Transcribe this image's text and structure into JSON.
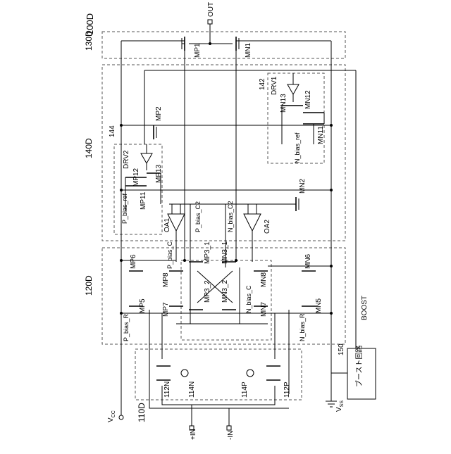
{
  "ref": "100D",
  "blocks": {
    "b130": "130D",
    "b140": "140D",
    "b120": "120D",
    "b110": "110D",
    "b144": "144",
    "b142": "142",
    "b150": "150"
  },
  "terminals": {
    "out": "OUT",
    "vcc": "V",
    "vcc_sub": "CC",
    "vss": "V",
    "vss_sub": "SS",
    "inp": "+IN",
    "inm": "-IN",
    "boost": "BOOST"
  },
  "devices": {
    "mp1": "MP1",
    "mn1": "MN1",
    "mp2": "MP2",
    "mn2": "MN2",
    "drv1": "DRV1",
    "drv2": "DRV2",
    "mn13": "MN13",
    "mn12": "MN12",
    "mn11": "MN11",
    "mp12": "MP12",
    "mp13": "MP13",
    "mp11": "MP11",
    "n_bias_ref": "N_bias_ref",
    "p_bias_ref": "P_bias_ref",
    "oa1": "OA1",
    "oa2": "OA2",
    "p_bias_c2": "P_bias_C2",
    "n_bias_c2": "N_bias_C2",
    "mp6": "MP6",
    "mp5": "MP5",
    "mp8": "MP8",
    "mp7": "MP7",
    "p_bias_c": "P_bias_C",
    "n_bias_c": "N_bias_C",
    "mp3_1": "MP3_1",
    "mn3_1": "MN3_1",
    "mp3_2": "MP3_2",
    "mn3_2": "MN3_2",
    "mn8": "MN8",
    "mn7": "MN7",
    "mn6": "MN6",
    "mn5": "MN5",
    "p_bias_r": "P_bias_R",
    "n_bias_r": "N_bias_R",
    "n112": "112N",
    "n114": "114N",
    "p114": "114P",
    "p112": "112P",
    "boost_block": "ブースト回路"
  }
}
